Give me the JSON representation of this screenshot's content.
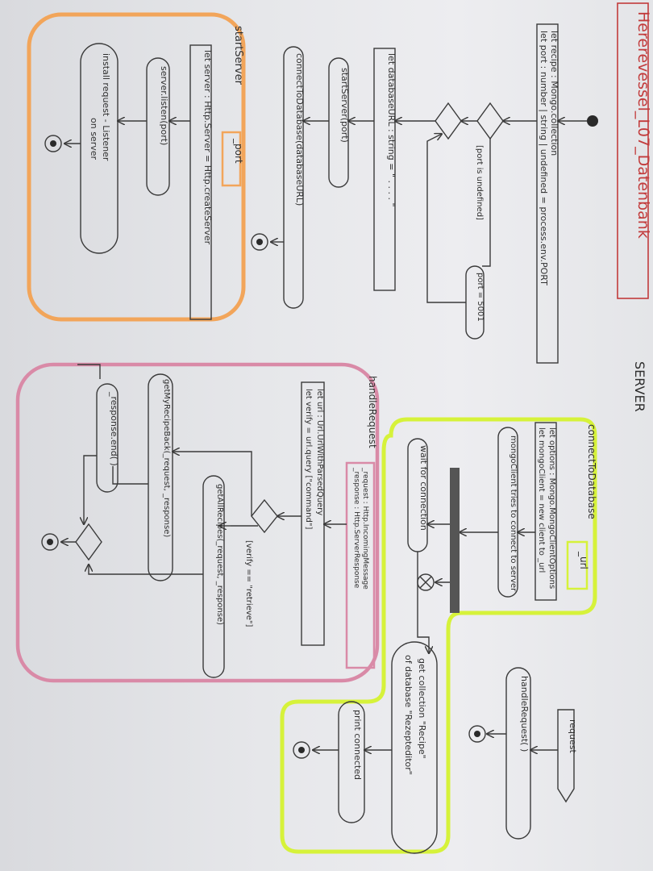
{
  "title": "Hererevessel_L07_Datenbank",
  "server_label": "SERVER",
  "colors": {
    "orange": "#f2a55a",
    "pink": "#d98aa7",
    "lime": "#d6f23a",
    "title_red": "#c23b3b",
    "ink": "#333333"
  },
  "main_flow": {
    "declaration": [
      "let recipe : Mongo.collection",
      "let port : number | string | undefined = process.env.PORT"
    ],
    "guard": "[port is undefined]",
    "port_assign": "port = 5001",
    "db_url": "let databaseURL : string = \" . . . . \"",
    "start_server_call": "startServer(port)",
    "connect_call": "connectToDatabase(databaseURL)"
  },
  "start_server": {
    "name": "startServer",
    "param": "_port",
    "create": "let server : Http.Server = Http.createServer",
    "listen": "server.listen(port)",
    "install": [
      "install request - Listener",
      "on server"
    ]
  },
  "connect_db": {
    "name": "connectToDatabase",
    "param": "_url",
    "options": [
      "let options : Mongo.MongoClientOptions",
      "let mongoClient = new client to _url"
    ],
    "tries": "mongoClient tries to connect to server",
    "wait": "wait for connection",
    "collection": [
      "get collection \"Recipe\"",
      "of database \"Rezepteditor\""
    ],
    "print": "print connected"
  },
  "request_event": {
    "signal": "request",
    "handler": "handleRequest( )"
  },
  "handle_request": {
    "name": "handleRequest",
    "params": [
      "_request : Http.IncomingMessage",
      "_response : Http.ServerResponse"
    ],
    "url": [
      "let url : Url.UrlWithParsedQuery",
      "let verify = url.query [\"command\"]"
    ],
    "guard": "[verify == \"retrieve\"]",
    "get_all": "getAllRecipes(_request, _response)",
    "get_back": "getMyRecipeBack(_request, _response)",
    "end": "_response.end( )"
  }
}
